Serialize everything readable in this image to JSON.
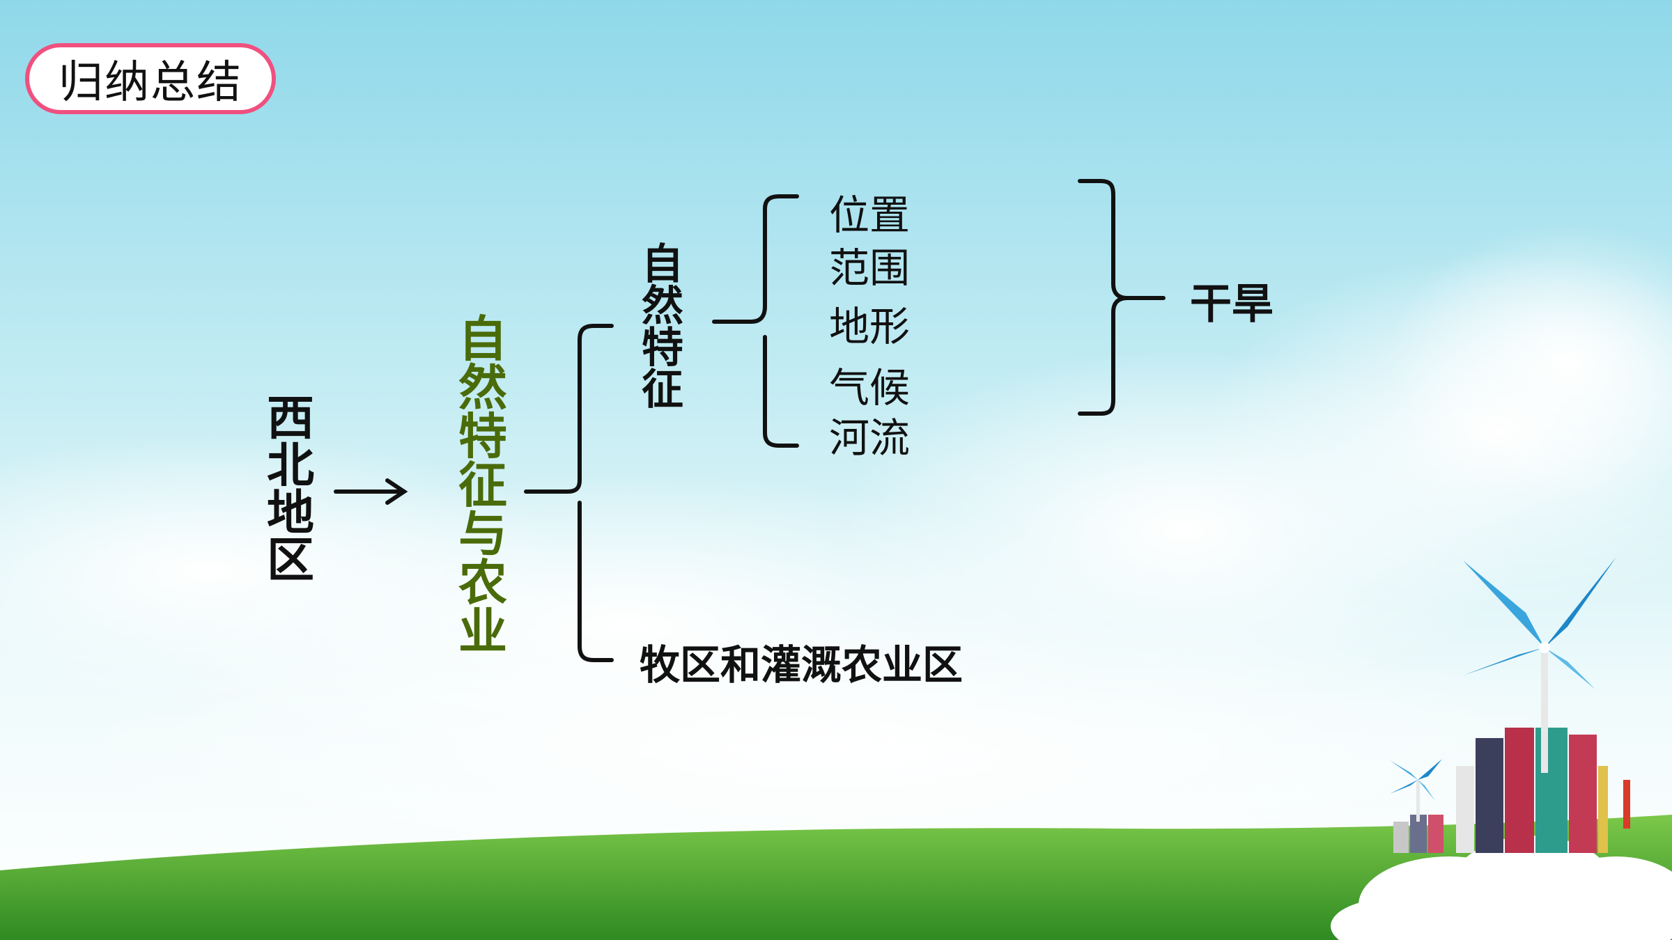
{
  "badge": {
    "label": "归纳总结"
  },
  "diagram": {
    "region": "西北地区",
    "topic": "自然特征与农业",
    "branch_natural": "自然特征",
    "natural_items": [
      "位置",
      "范围",
      "地形",
      "气候",
      "河流"
    ],
    "conclusion": "干旱",
    "branch_agriculture": "牧区和灌溉农业区"
  },
  "colors": {
    "topic": "#4a6b0a",
    "badge_border": "#f0507f",
    "sky_top": "#8fd8ea",
    "grass": "#4ea532"
  }
}
